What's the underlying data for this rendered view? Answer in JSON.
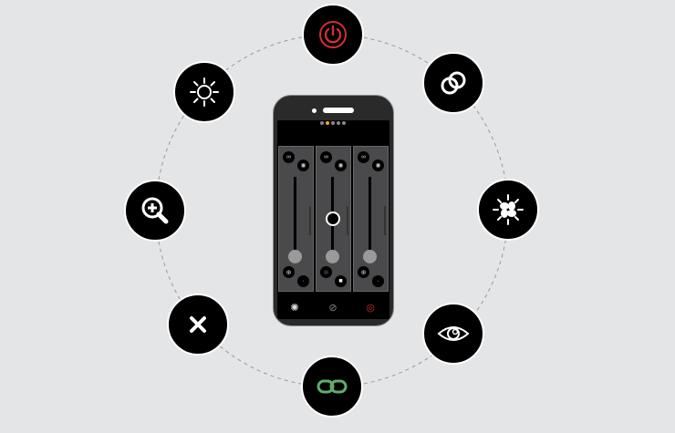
{
  "nodes": [
    {
      "name": "power-icon",
      "color": "#d0312d"
    },
    {
      "name": "overlap-rings-icon",
      "color": "#ffffff"
    },
    {
      "name": "flower-brightness-icon",
      "color": "#ffffff"
    },
    {
      "name": "eye-icon",
      "color": "#ffffff"
    },
    {
      "name": "link-icon",
      "color": "#5fae6a"
    },
    {
      "name": "close-icon",
      "color": "#ffffff"
    },
    {
      "name": "zoom-in-icon",
      "color": "#ffffff"
    },
    {
      "name": "sun-icon",
      "color": "#ffffff"
    }
  ],
  "phone": {
    "pages": 5,
    "active_page": 2,
    "channels": 3,
    "accent": "#f5a623",
    "tabs": [
      "sun-icon",
      "link-icon",
      "power-icon"
    ]
  }
}
